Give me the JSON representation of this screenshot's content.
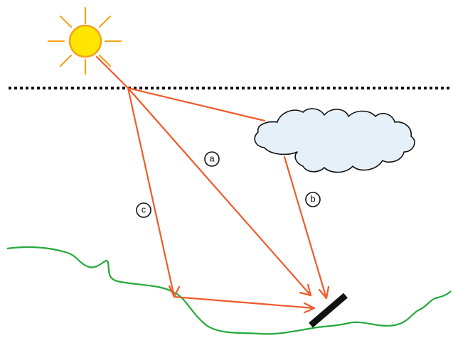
{
  "colors": {
    "sun_fill": "#FFE600",
    "sun_outline": "#F5A21B",
    "sun_rays": "#F5A21B",
    "light_rays": "#F05A2A",
    "cloud_fill": "#E6F0F8",
    "cloud_outline": "#111111",
    "ground": "#22A93A",
    "panel": "#111111",
    "horizon_dots": "#111111"
  },
  "icons": {
    "sun": "sun-icon",
    "cloud": "cloud-icon",
    "solar_panel": "solar-panel-icon"
  },
  "labels": {
    "a": "a",
    "b": "b",
    "c": "c"
  }
}
